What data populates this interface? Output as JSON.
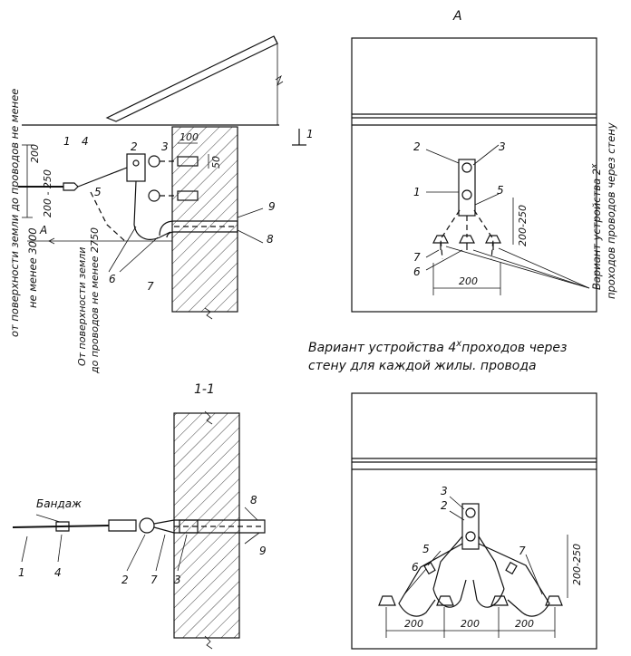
{
  "labels": {
    "view_a_title": "А",
    "section_title": "1-1",
    "section_mark": "1",
    "arrow_a": "А",
    "bandage": "Бандаж",
    "variant_4_line1": "Вариант устройства 4",
    "variant_4_sup": "х",
    "variant_4_line1_tail": "проходов через",
    "variant_4_line2": "стену для каждой жилы. провода",
    "variant_2_line1": "Вариант устройства 2",
    "variant_2_sup": "х",
    "variant_2_line2": "проходов проводов через стену",
    "left_vert_1": "от поверхности земли до проводов  не менее",
    "left_vert_2": "не менее 3000",
    "mid_vert_1": "От поверхности земли",
    "mid_vert_2": "до проводов не менее 2750"
  },
  "dims": {
    "d200_left": "200",
    "d200_250_left": "200 - 250",
    "d100": "100",
    "d50": "50",
    "d200_250_a": "200-250",
    "d200_a": "200",
    "d200_250_b": "200-250",
    "d200_b1": "200",
    "d200_b2": "200",
    "d200_b3": "200"
  },
  "numbers": {
    "elev": {
      "n1": "1",
      "n4": "4",
      "n2": "2",
      "n3": "3",
      "n5": "5",
      "n6": "6",
      "n7": "7",
      "n8": "8",
      "n9": "9"
    },
    "view_a": {
      "n2": "2",
      "n3": "3",
      "n1": "1",
      "n5": "5",
      "n7": "7",
      "n6": "6"
    },
    "section": {
      "n1": "1",
      "n4": "4",
      "n2": "2",
      "n7": "7",
      "n3": "3",
      "n8": "8",
      "n9": "9"
    },
    "view_b": {
      "n3": "3",
      "n2": "2",
      "n5": "5",
      "n6": "6",
      "n7": "7"
    }
  }
}
